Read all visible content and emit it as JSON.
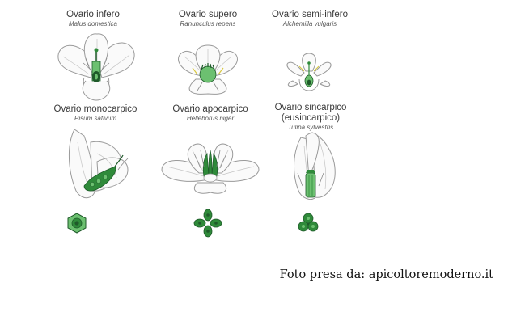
{
  "panels": [
    {
      "title": "Ovario infero",
      "species": "Malus domestica"
    },
    {
      "title": "Ovario supero",
      "species": "Ranunculus repens"
    },
    {
      "title": "Ovario semi-infero",
      "species": "Alchemilla vulgaris"
    },
    {
      "title": "Ovario monocarpico",
      "species": "Pisum sativum"
    },
    {
      "title": "Ovario apocarpico",
      "species": "Helleborus niger"
    },
    {
      "title": "Ovario sincarpico",
      "subtitle": "(eusincarpico)",
      "species": "Tulipa sylvestris"
    }
  ],
  "credit": "Foto presa da: apicoltoremoderno.it",
  "colors": {
    "ovary_dark": "#1f5a2a",
    "ovary_mid": "#2f8a3a",
    "ovary_light": "#6cc070",
    "stamen_yellow": "#f2e25a",
    "outline": "#9a9a9a"
  }
}
